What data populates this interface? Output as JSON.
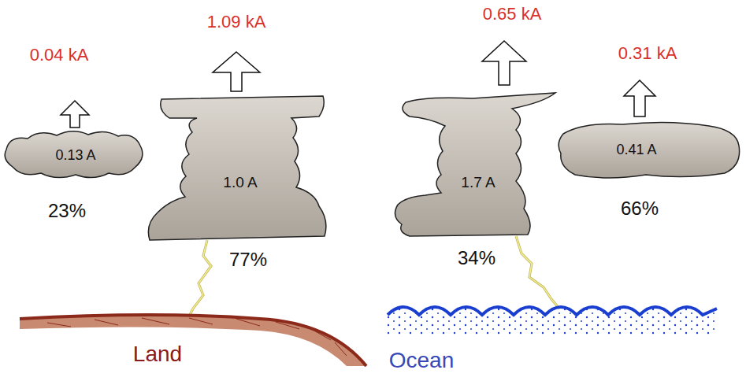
{
  "diagram": {
    "nodes": [
      {
        "text": [
          "0.13 A"
        ]
      },
      {
        "text": [
          "1.0 A"
        ]
      },
      {
        "text": [
          "1.7 A"
        ]
      },
      {
        "text": [
          "0.41 A"
        ]
      }
    ],
    "labels": [
      "0.04 kA",
      "1.09 kA",
      "0.65 kA",
      "0.31 kA",
      "23%",
      "77%",
      "34%",
      "66%",
      "Land",
      "Ocean"
    ]
  }
}
